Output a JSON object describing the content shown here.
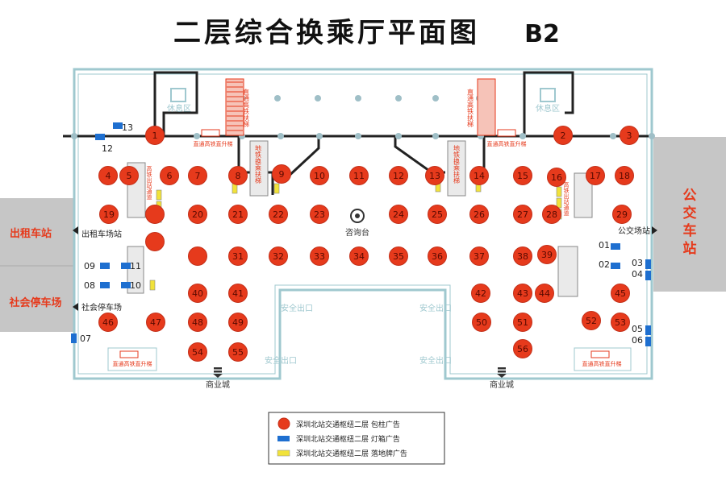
{
  "title": "二层综合换乘厅平面图",
  "level": "B2",
  "colors": {
    "pillar": "#e63a1c",
    "lightbox": "#1e6fd0",
    "floor_sign": "#f1e23a",
    "wall": "#9fc8cf",
    "side_block": "#c6c6c6",
    "side_text": "#e63a1c",
    "exit_text": "#9fc8cf"
  },
  "side_areas": {
    "taxi": "出租车站",
    "parking": "社会停车场",
    "bus": "公交车站"
  },
  "labels": {
    "taxi_exit": "出租车场站",
    "parking_exit": "社会停车场",
    "bus_exit": "公交场站",
    "rest_left": "休息区",
    "rest_right": "休息区",
    "info_desk": "咨询台",
    "exit_left": "安全出口",
    "exit_right": "安全出口",
    "exit_left_low": "安全出口",
    "exit_right_low": "安全出口",
    "mall_left": "商业城",
    "mall_right": "商业城",
    "lift_top_left": "直通高铁直升梯",
    "lift_top_right": "直通高铁直升梯",
    "lift_bottom_left": "直通高铁直升梯",
    "lift_bottom_right": "直通高铁直升梯",
    "esc_direct_left": "直通高铁扶梯",
    "esc_direct_right": "直通高铁扶梯",
    "esc_metro_left": "地铁换乘扶梯",
    "esc_metro_right": "地铁换乘扶梯",
    "esc_out_left": "高铁出站通道",
    "esc_out_right": "高铁出站通道"
  },
  "pillars": [
    "1",
    "2",
    "3",
    "4",
    "5",
    "6",
    "7",
    "8",
    "9",
    "10",
    "11",
    "12",
    "13",
    "14",
    "15",
    "16",
    "17",
    "18",
    "19",
    "",
    "20",
    "21",
    "22",
    "23",
    "24",
    "25",
    "26",
    "27",
    "28",
    "29",
    "",
    "",
    "31",
    "32",
    "33",
    "34",
    "35",
    "36",
    "37",
    "38",
    "39",
    "40",
    "41",
    "42",
    "43",
    "44",
    "45",
    "46",
    "47",
    "48",
    "49",
    "50",
    "51",
    "52",
    "53",
    "54",
    "55",
    "56"
  ],
  "lightboxes": [
    "01",
    "02",
    "03",
    "04",
    "05",
    "06",
    "07",
    "08",
    "09",
    "10",
    "11",
    "12",
    "13"
  ],
  "legend": [
    {
      "kind": "pillar",
      "text": "深圳北站交通枢纽二层 包柱广告"
    },
    {
      "kind": "lightbox",
      "text": "深圳北站交通枢纽二层 灯箱广告"
    },
    {
      "kind": "floor_sign",
      "text": "深圳北站交通枢纽二层 落地牌广告"
    }
  ]
}
